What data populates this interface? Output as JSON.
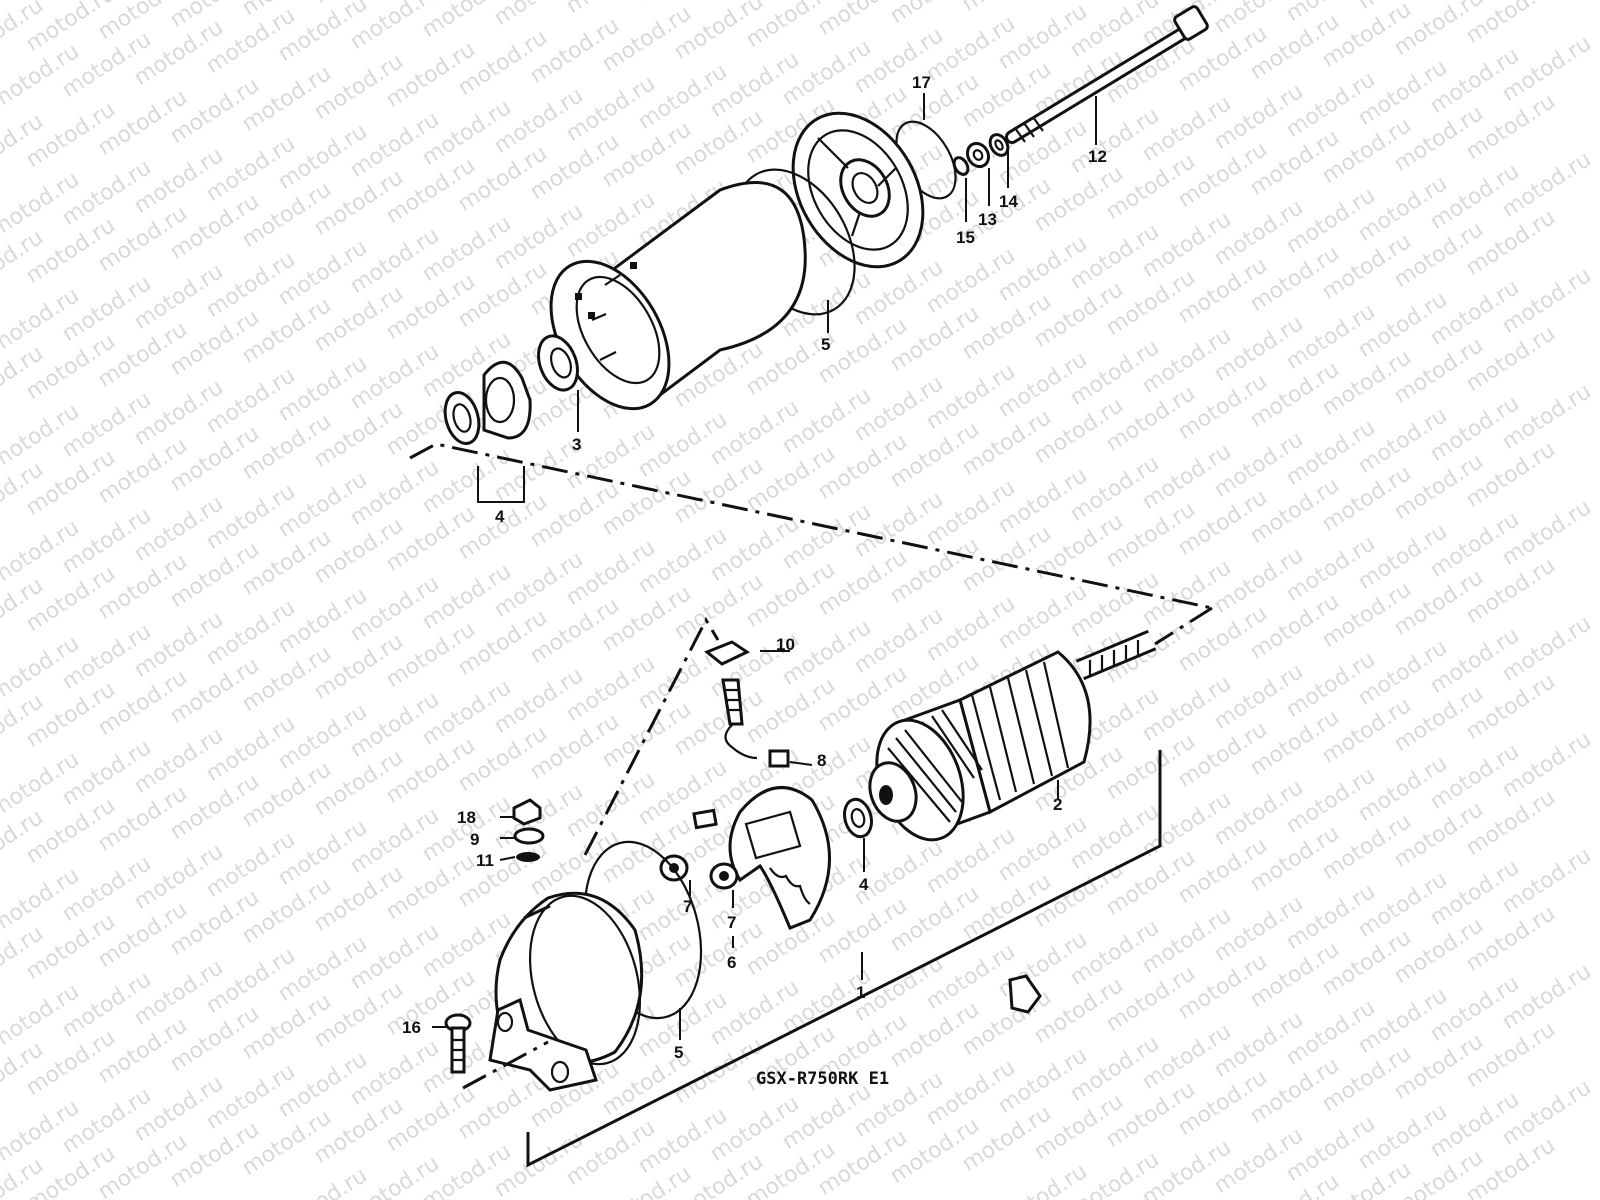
{
  "watermark": {
    "text": "motod.ru"
  },
  "model_label": "GSX-R750RK E1",
  "callouts": [
    {
      "id": "c1",
      "text": "1"
    },
    {
      "id": "c2",
      "text": "2"
    },
    {
      "id": "c3",
      "text": "3"
    },
    {
      "id": "c4a",
      "text": "4"
    },
    {
      "id": "c4b",
      "text": "4"
    },
    {
      "id": "c5a",
      "text": "5"
    },
    {
      "id": "c5b",
      "text": "5"
    },
    {
      "id": "c6",
      "text": "6"
    },
    {
      "id": "c7a",
      "text": "7"
    },
    {
      "id": "c7b",
      "text": "7"
    },
    {
      "id": "c8",
      "text": "8"
    },
    {
      "id": "c9",
      "text": "9"
    },
    {
      "id": "c10",
      "text": "10"
    },
    {
      "id": "c11",
      "text": "11"
    },
    {
      "id": "c12",
      "text": "12"
    },
    {
      "id": "c13",
      "text": "13"
    },
    {
      "id": "c14",
      "text": "14"
    },
    {
      "id": "c15",
      "text": "15"
    },
    {
      "id": "c16",
      "text": "16"
    },
    {
      "id": "c17",
      "text": "17"
    },
    {
      "id": "c18",
      "text": "18"
    }
  ],
  "colors": {
    "ink": "#111111",
    "watermark": "#d9d9d9",
    "paper": "#ffffff"
  }
}
